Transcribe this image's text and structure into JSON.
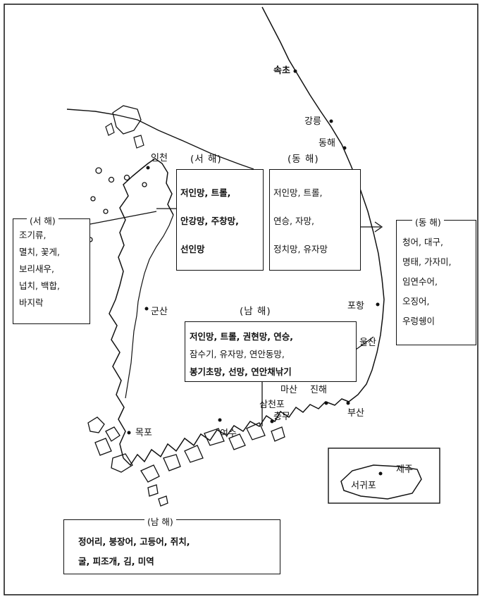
{
  "cities": {
    "sokcho": "속초",
    "gangneung": "강릉",
    "donghae": "동해",
    "incheon": "인천",
    "gunsan": "군산",
    "pohang": "포항",
    "ulsan": "울산",
    "masan": "마산",
    "jinhae": "진해",
    "busan": "부산",
    "samcheonpo": "삼천포",
    "chungmu": "충무",
    "yeosu": "여수",
    "mokpo": "목포",
    "jeju": "제주",
    "seogwipo": "서귀포"
  },
  "sea_labels": {
    "west_upper": "(서    해)",
    "east_upper": "(동    해)",
    "south_mid": "(남    해)"
  },
  "west_methods": {
    "lines": [
      "저인망, 트롤,",
      "안강망, 주창망,",
      "선인망"
    ]
  },
  "east_methods": {
    "lines": [
      "저인망, 트롤,",
      "연승, 자망,",
      "정치망, 유자망"
    ]
  },
  "south_methods": {
    "lines": [
      "저인망, 트롤, 권현망, 연승,",
      "잠수기, 유자망, 연안동망,",
      "봉기초망, 선망, 연안채낚기"
    ]
  },
  "west_species": {
    "header": "(서  해)",
    "lines": [
      "조기류,",
      "멸치, 꽃게,",
      "보리새우,",
      "넙치, 백합,",
      "바지락"
    ]
  },
  "east_species": {
    "header": "(동  해)",
    "lines": [
      "청어, 대구,",
      "명태, 가자미,",
      "임연수어,",
      "오징어,",
      "우렁쉥이"
    ]
  },
  "south_species": {
    "header": "(남  해)",
    "lines": [
      "정어리, 붕장어, 고등어, 쥐치,",
      "굴, 피조개, 김, 미역"
    ]
  }
}
